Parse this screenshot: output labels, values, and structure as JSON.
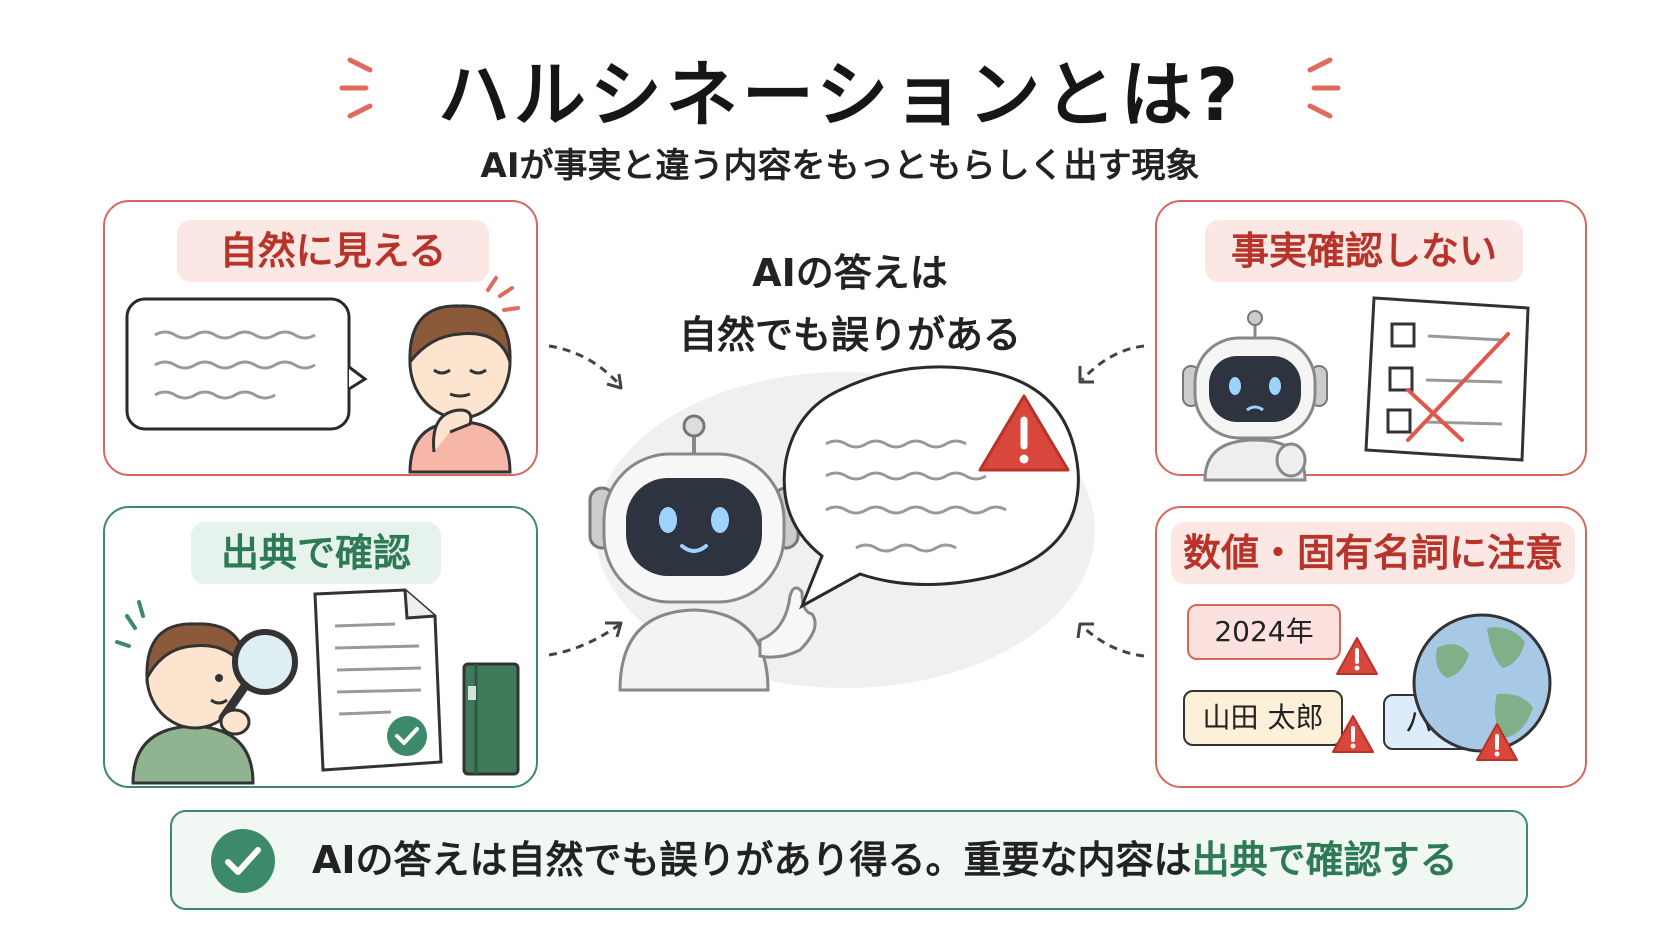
{
  "header": {
    "title": "ハルシネーションとは?",
    "subtitle": "AIが事実と違う内容をもっともらしく出す現象"
  },
  "center": {
    "line1": "AIの答えは",
    "line2": "自然でも誤りがある"
  },
  "panels": {
    "top_left": {
      "label": "自然に見える"
    },
    "bottom_left": {
      "label": "出典で確認"
    },
    "top_right": {
      "label": "事実確認しない"
    },
    "bottom_right": {
      "label": "数値・固有名詞に注意",
      "tags": [
        "2024年",
        "山田 太郎",
        "パリ"
      ]
    }
  },
  "footer": {
    "text_main": "AIの答えは自然でも誤りがあり得る。重要な内容は",
    "text_highlight": "出典で確認する"
  },
  "colors": {
    "red_accent": "#d7675c",
    "green_accent": "#3c8a6a",
    "warning": "#d9463c"
  },
  "icons": [
    "warning-icon",
    "robot-icon",
    "check-icon",
    "magnifier-icon",
    "globe-icon",
    "checklist-icon"
  ]
}
